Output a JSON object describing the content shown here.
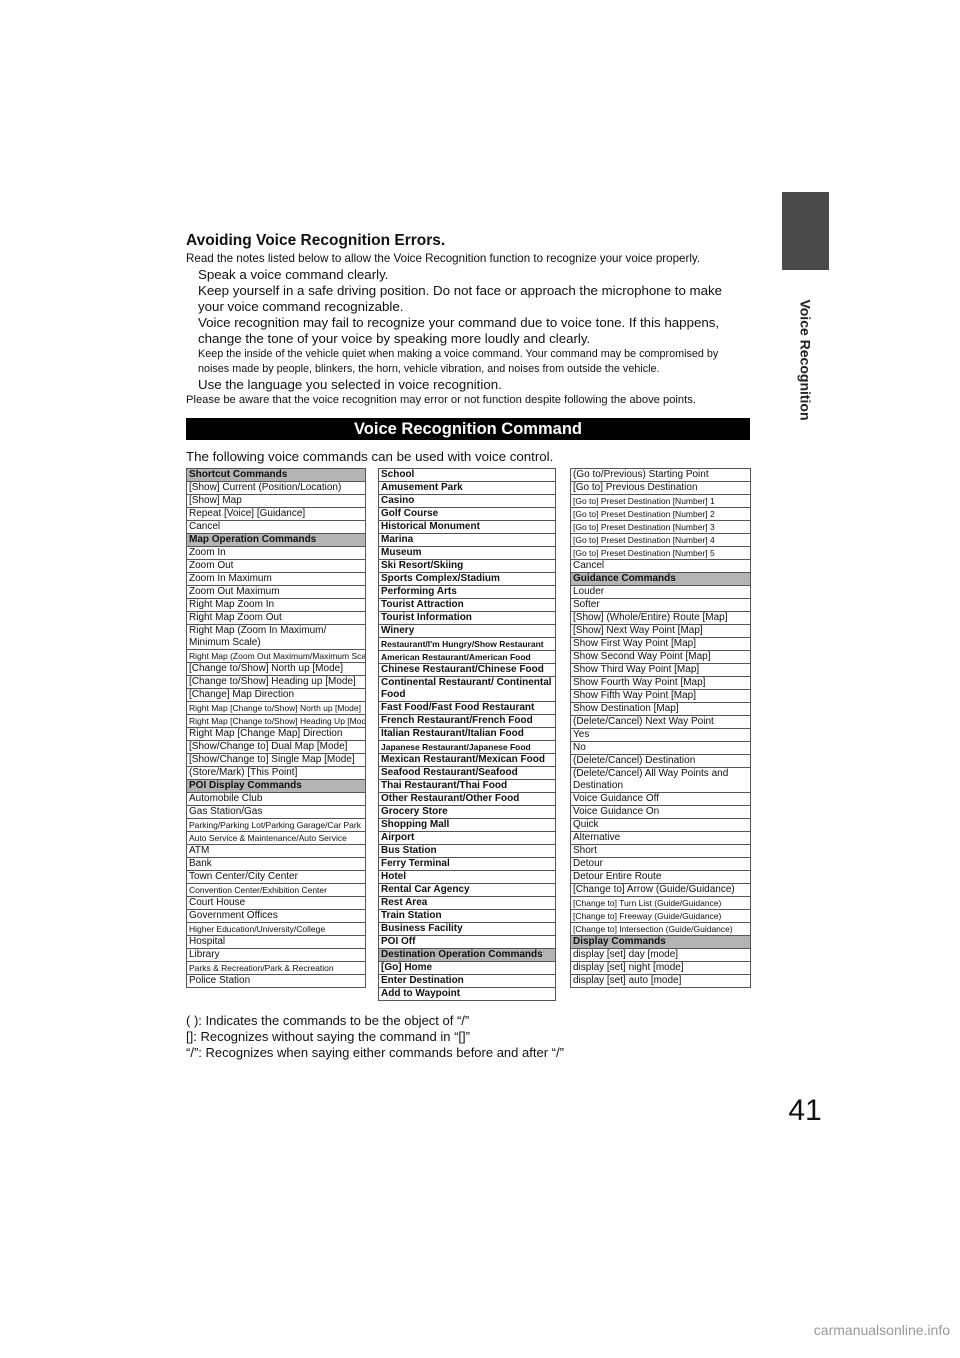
{
  "page": {
    "number": "41",
    "section_tab": "Voice Recognition",
    "watermark": "carmanualsonline.info"
  },
  "errors": {
    "heading": "Avoiding Voice Recognition Errors.",
    "intro": "Read the notes listed below to allow the Voice Recognition function to recognize your voice properly.",
    "bullets": [
      "Speak a voice command clearly.",
      "Keep yourself in a safe driving position. Do not face or approach the microphone to make your voice command recognizable.",
      "Voice recognition may fail to recognize your command due to voice tone. If this happens, change the tone of your voice by speaking more loudly and clearly.",
      "Keep the inside of the vehicle quiet when making a voice command. Your command may be compromised by noises made by people, blinkers, the horn, vehicle vibration, and noises from outside the vehicle.",
      "Use the language you selected in voice recognition."
    ],
    "note": "Please be aware that the voice recognition may error or not function despite following the above points."
  },
  "commands": {
    "banner": "Voice Recognition Command",
    "intro": "The following voice commands can be used with voice control.",
    "col1": [
      "Shortcut Commands",
      "[Show] Current (Position/Location)",
      "[Show] Map",
      "Repeat [Voice] [Guidance]",
      "Cancel",
      "Map Operation Commands",
      "Zoom In",
      "Zoom Out",
      "Zoom In Maximum",
      "Zoom Out Maximum",
      "Right Map Zoom In",
      "Right Map Zoom Out",
      "Right Map (Zoom In Maximum/ Minimum Scale)",
      "Right Map (Zoom Out Maximum/Maximum Scale)",
      "[Change to/Show] North up [Mode]",
      "[Change to/Show] Heading up [Mode]",
      "[Change] Map Direction",
      "Right Map [Change to/Show] North up [Mode]",
      "Right Map [Change to/Show] Heading Up [Mode]",
      "Right Map [Change Map] Direction",
      "[Show/Change to] Dual Map [Mode]",
      "[Show/Change to] Single Map [Mode]",
      "(Store/Mark) [This Point]",
      "POI Display Commands",
      "Automobile Club",
      "Gas Station/Gas",
      "Parking/Parking Lot/Parking Garage/Car Park",
      "Auto Service & Maintenance/Auto Service",
      "ATM",
      "Bank",
      "Town Center/City Center",
      "Convention Center/Exhibition Center",
      "Court House",
      "Government Offices",
      "Higher Education/University/College",
      "Hospital",
      "Library",
      "Parks & Recreation/Park & Recreation",
      "Police Station"
    ],
    "col2": [
      "School",
      "Amusement Park",
      "Casino",
      "Golf Course",
      "Historical Monument",
      "Marina",
      "Museum",
      "Ski Resort/Skiing",
      "Sports Complex/Stadium",
      "Performing Arts",
      "Tourist Attraction",
      "Tourist Information",
      "Winery",
      "Restaurant/I'm Hungry/Show Restaurant",
      "American Restaurant/American Food",
      "Chinese Restaurant/Chinese Food",
      "Continental Restaurant/ Continental Food",
      "Fast Food/Fast Food Restaurant",
      "French Restaurant/French Food",
      "Italian Restaurant/Italian Food",
      "Japanese Restaurant/Japanese Food",
      "Mexican Restaurant/Mexican Food",
      "Seafood Restaurant/Seafood",
      "Thai Restaurant/Thai Food",
      "Other Restaurant/Other Food",
      "Grocery Store",
      "Shopping Mall",
      "Airport",
      "Bus Station",
      "Ferry Terminal",
      "Hotel",
      "Rental Car Agency",
      "Rest Area",
      "Train Station",
      "Business Facility",
      "POI Off",
      "Destination Operation Commands",
      "[Go] Home",
      "Enter Destination",
      "Add to Waypoint"
    ],
    "col3": [
      "(Go to/Previous) Starting Point",
      "[Go to] Previous Destination",
      "[Go to] Preset Destination [Number] 1",
      "[Go to] Preset Destination [Number] 2",
      "[Go to] Preset Destination [Number] 3",
      "[Go to] Preset Destination [Number] 4",
      "[Go to] Preset Destination [Number] 5",
      "Cancel",
      "Guidance Commands",
      "Louder",
      "Softer",
      "[Show] (Whole/Entire) Route [Map]",
      "[Show] Next Way Point [Map]",
      "Show First Way Point [Map]",
      "Show Second Way Point [Map]",
      "Show Third Way Point [Map]",
      "Show Fourth Way Point [Map]",
      "Show Fifth Way Point [Map]",
      "Show Destination [Map]",
      "(Delete/Cancel) Next Way Point",
      "Yes",
      "No",
      "(Delete/Cancel) Destination",
      "(Delete/Cancel) All Way Points and Destination",
      "Voice Guidance Off",
      "Voice Guidance On",
      "Quick",
      "Alternative",
      "Short",
      "Detour",
      "Detour Entire Route",
      "[Change to] Arrow (Guide/Guidance)",
      "[Change to] Turn List (Guide/Guidance)",
      "[Change to] Freeway (Guide/Guidance)",
      "[Change to] Intersection (Guide/Guidance)",
      "Display Commands",
      "display [set] day [mode]",
      "display [set] night [mode]",
      "display [set] auto [mode]"
    ]
  },
  "footnotes": [
    "( ): Indicates the commands to be the object of “/”",
    "[]: Recognizes without saying the command in “[]”",
    "“/”: Recognizes when saying either commands before and after “/”"
  ]
}
